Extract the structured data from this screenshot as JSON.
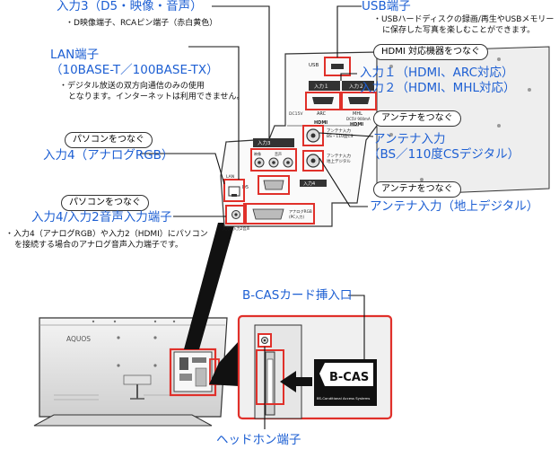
{
  "labels": {
    "input3": "入力3（D5・映像・音声）",
    "input3_note": "D映像端子、RCAピン端子（赤白黄色）",
    "lan": "LAN端子",
    "lan_spec": "（10BASE-T／100BASE-TX）",
    "lan_note_1": "デジタル放送の双方向通信のみの使用",
    "lan_note_2": "となります。インターネットは利用できません。",
    "input4": "入力4（アナログRGB）",
    "input4_audio": "入力4/入力2音声入力端子",
    "input4_audio_note_1": "入力4（アナログRGB）や入力2（HDMI）にパソコン",
    "input4_audio_note_2": "を接続する場合のアナログ音声入力端子です。",
    "usb": "USB端子",
    "usb_note_1": "USBハードディスクの録画/再生やUSBメモリー",
    "usb_note_2": "に保存した写真を楽しむことができます。",
    "hdmi1": "入力１（HDMI、ARC対応）",
    "hdmi2": "入力２（HDMI、MHL対応）",
    "antenna_bs": "アンテナ入力",
    "antenna_bs_spec": "（BS／110度CSデジタル）",
    "antenna_terrestrial": "アンテナ入力（地上デジタル）",
    "bcas_slot": "B-CASカード挿入口",
    "headphone": "ヘッドホン端子"
  },
  "pills": {
    "pc1": "パソコンをつなぐ",
    "pc2": "パソコンをつなぐ",
    "hdmi_device": "HDMI 対応機器をつなぐ",
    "antenna1": "アンテナをつなぐ",
    "antenna2": "アンテナをつなぐ"
  },
  "panel_text": {
    "usb": "USB",
    "in1": "入力１",
    "in2": "入力２",
    "arc": "ARC",
    "mhl": "MHL",
    "mhl_spec": "DC5V 900mA",
    "hdmi": "HDMI",
    "hdmi2": "HDMI",
    "dc_note": "DC15V",
    "bs_label": "アンテナ入力",
    "bs_label2": "BS・110度CS",
    "terr_label": "アンテナ入力",
    "terr_label2": "地上デジタル",
    "in3": "入力3",
    "in3_video": "映像",
    "in3_audio": "音声",
    "d5": "D5",
    "in4": "入力4",
    "lan_port": "LAN",
    "analog_rgb": "アナログRGB",
    "pc_in": "(PC入力)",
    "audio_in": "入力4/入力2音声"
  },
  "tv": {
    "brand": "AQUOS"
  },
  "bcas": {
    "card_title": "B-CAS",
    "card_sub": "BS-Conditional Access Systems"
  },
  "colors": {
    "callout_blue": "#1d5fd3",
    "highlight_red": "#e0302a"
  }
}
